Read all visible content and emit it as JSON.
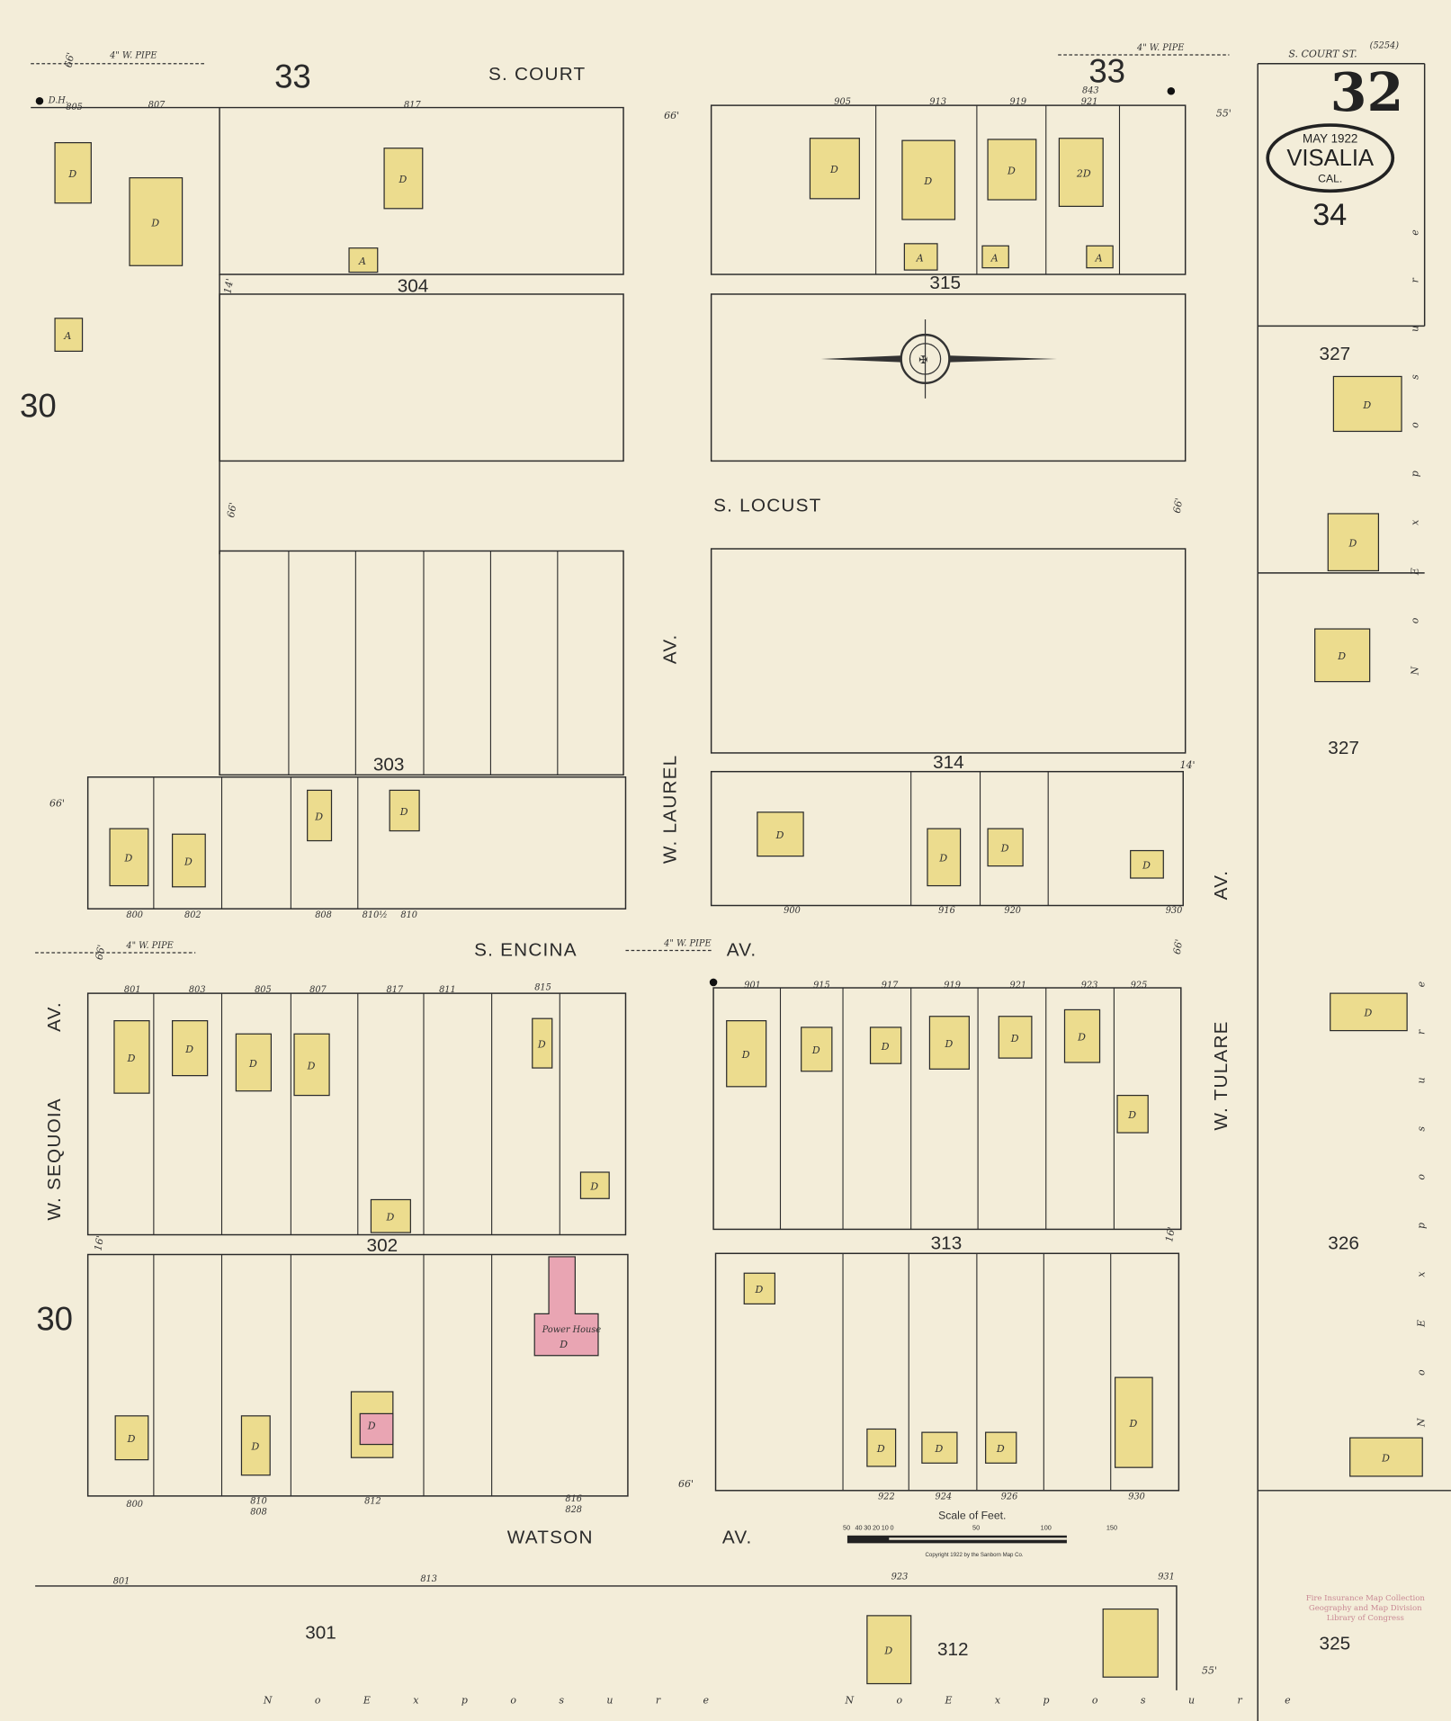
{
  "title_block": {
    "sheet_number": "32",
    "month_year": "MAY 1922",
    "city": "VISALIA",
    "state": "CAL.",
    "adjoining_sheet_below": "34",
    "top_right_street": "S. COURT ST.",
    "top_right_code": "(5254)"
  },
  "streets": {
    "s_court": "S. COURT",
    "s_locust": "S. LOCUST",
    "s_encina": "S. ENCINA",
    "av_encina": "AV.",
    "watson": "WATSON",
    "watson_av": "AV.",
    "w_laurel": "W. LAUREL",
    "w_laurel_av": "AV.",
    "w_tulare": "W. TULARE",
    "w_tulare_av": "AV.",
    "w_sequoia": "W. SEQUOIA",
    "w_sequoia_av": "AV."
  },
  "sheet_refs": {
    "top_left": "33",
    "top_mid": "33",
    "left_upper": "30",
    "left_lower": "30"
  },
  "blocks": {
    "b304": "304",
    "b315": "315",
    "b303": "303",
    "b314": "314",
    "b302": "302",
    "b313": "313",
    "b301": "301",
    "b312": "312",
    "b327a": "327",
    "b327b": "327",
    "b326": "326",
    "b325": "325"
  },
  "widths": [
    "66'",
    "66'",
    "66'",
    "66'",
    "66'",
    "66'",
    "66'",
    "66'",
    "55'",
    "55'",
    "14'",
    "14'",
    "16'",
    "16'"
  ],
  "pipes": {
    "top_left": "4\" W. PIPE",
    "top_right": "4\" W. PIPE",
    "encina_left": "4\" W. PIPE",
    "encina_right": "4\" W. PIPE",
    "hydrant": "D.H."
  },
  "addresses": {
    "court_left": [
      "805",
      "807",
      "817"
    ],
    "court_right": [
      "905",
      "913",
      "919",
      "921",
      "843"
    ],
    "b303_bottom": [
      "800",
      "802",
      "808",
      "810½",
      "810"
    ],
    "b314_bottom": [
      "900",
      "916",
      "920",
      "930"
    ],
    "b302_top": [
      "801",
      "803",
      "805",
      "807",
      "817",
      "811",
      "815"
    ],
    "b313_top": [
      "901",
      "915",
      "917",
      "919",
      "921",
      "923",
      "925"
    ],
    "b302_bottom": [
      "800",
      "810",
      "808",
      "812",
      "816",
      "828"
    ],
    "b313_bottom": [
      "922",
      "924",
      "926",
      "930"
    ],
    "watson_south": [
      "801",
      "813",
      "923",
      "931"
    ]
  },
  "buildings": [
    {
      "label": "D"
    },
    {
      "label": "D"
    },
    {
      "label": "A"
    },
    {
      "label": "D"
    },
    {
      "label": "A"
    },
    {
      "label": "D"
    },
    {
      "label": "D"
    },
    {
      "label": "D"
    },
    {
      "label": "2D"
    },
    {
      "label": "A"
    },
    {
      "label": "A"
    },
    {
      "label": "A"
    },
    {
      "label": "D"
    },
    {
      "label": "D"
    },
    {
      "label": "D"
    },
    {
      "label": "D"
    },
    {
      "label": "D"
    },
    {
      "label": "D"
    },
    {
      "label": "D"
    },
    {
      "label": "D"
    },
    {
      "label": "D"
    },
    {
      "label": "D"
    },
    {
      "label": "D"
    },
    {
      "label": "D"
    },
    {
      "label": "D"
    },
    {
      "label": "D"
    },
    {
      "label": "D"
    },
    {
      "label": "D"
    },
    {
      "label": "D"
    },
    {
      "label": "D"
    },
    {
      "label": "D"
    },
    {
      "label": "D"
    },
    {
      "label": "D"
    },
    {
      "label": "D"
    },
    {
      "label": "D"
    },
    {
      "label": "D"
    },
    {
      "label": "D"
    },
    {
      "label": "D"
    },
    {
      "label": "D"
    },
    {
      "label": "D"
    },
    {
      "label": "D"
    },
    {
      "label": "D"
    },
    {
      "label": "D"
    },
    {
      "label": "D"
    },
    {
      "label": "D"
    },
    {
      "label": "D"
    },
    {
      "label": "D"
    },
    {
      "label": "D"
    }
  ],
  "special_building": {
    "label": "Power House",
    "sub": "D",
    "color": "#e9a5b3"
  },
  "building_color": "#ecdc8e",
  "scale": {
    "title": "Scale of Feet.",
    "ticks": [
      "50",
      "40",
      "30",
      "20",
      "10",
      "0",
      "50",
      "100",
      "150"
    ],
    "copyright": "Copyright 1922 by the Sanborn Map Co."
  },
  "no_exposure": "N o   E x p o s u r e",
  "stamp": [
    "Fire Insurance Map Collection",
    "Geography and Map Division",
    "Library of Congress"
  ],
  "compass": "north-arrow"
}
